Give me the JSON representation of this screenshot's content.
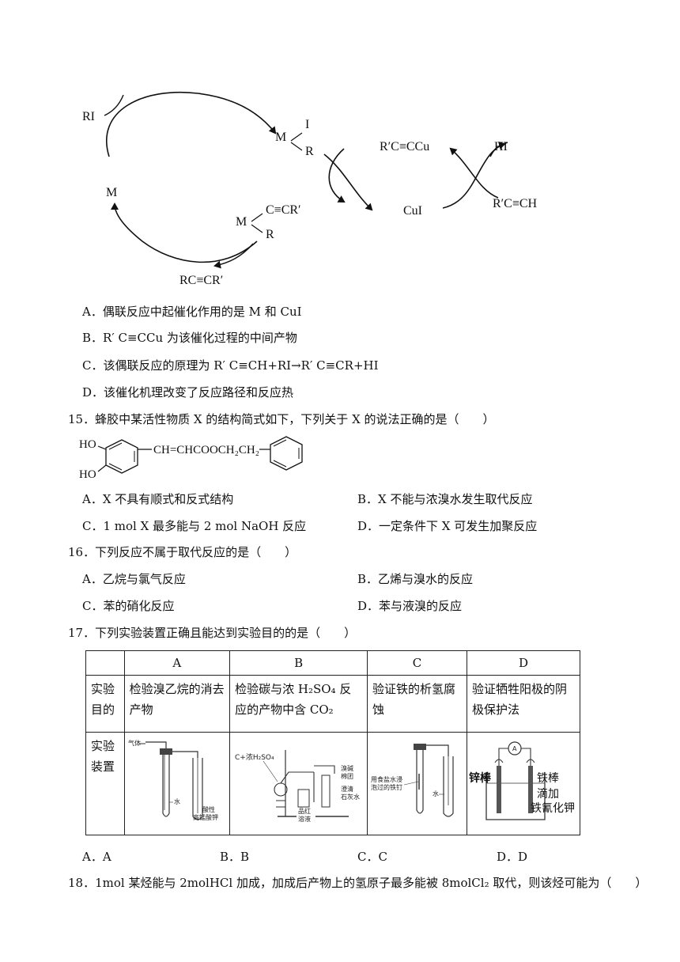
{
  "mechanism": {
    "ri": "RI",
    "m": "M",
    "mi_m": "M",
    "mi_i": "I",
    "mi_r": "R",
    "rccu": "R′C≡CCu",
    "hi": "HI",
    "cui": "CuI",
    "rcch": "R′C≡CH",
    "mc_m": "M",
    "mc_c": "C≡CR′",
    "mc_r": "R",
    "product": "RC≡CR′"
  },
  "q14_options": [
    "A．偶联反应中起催化作用的是 M 和 CuI",
    "B．R′ C≡CCu 为该催化过程的中间产物",
    "C．该偶联反应的原理为 R′ C≡CH+RI→R′ C≡CR+HI",
    "D．该催化机理改变了反应路径和反应热"
  ],
  "q15": {
    "stem": "15．蜂胶中某活性物质 X 的结构简式如下，下列关于 X 的说法正确的是（　　）",
    "ho1": "HO",
    "ho2": "HO",
    "chain": "CH=CHCOOCH₂CH₂",
    "options": [
      "A．X 不具有顺式和反式结构",
      "B．X 不能与浓溴水发生取代反应",
      "C．1 mol X 最多能与 2 mol NaOH 反应",
      "D．一定条件下 X 可发生加聚反应"
    ]
  },
  "q16": {
    "stem": "16．下列反应不属于取代反应的是（　　）",
    "options": [
      "A．乙烷与氯气反应",
      "B．乙烯与溴水的反应",
      "C．苯的硝化反应",
      "D．苯与液溴的反应"
    ]
  },
  "q17": {
    "stem": "17．下列实验装置正确且能达到实验目的的是（　　）",
    "cols": [
      "A",
      "B",
      "C",
      "D"
    ],
    "row1_label": "实验目的",
    "purposes": [
      "检验溴乙烷的消去产物",
      "检验碳与浓 H₂SO₄ 反应的产物中含 CO₂",
      "验证铁的析氢腐蚀",
      "验证牺牲阳极的阴极保护法"
    ],
    "row2_label": "实验装置",
    "app_a": {
      "gas": "气体",
      "water": "水",
      "kmno4_1": "酸性",
      "kmno4_2": "高锰酸钾"
    },
    "app_b": {
      "reagent": "C+浓H₂SO₄",
      "pin1": "品红",
      "pin2": "溶液",
      "s1": "溴碱",
      "s2": "棉团",
      "s3": "澄清",
      "s4": "石灰水"
    },
    "app_c": {
      "nail1": "用食盐水浸",
      "nail2": "泡过的铁钉",
      "water": "水"
    },
    "app_d": {
      "zn": "锌棒",
      "fe": "铁棒",
      "add1": "滴加",
      "add2": "铁氰化钾",
      "meter": "A"
    },
    "options": [
      "A．A",
      "B．B",
      "C．C",
      "D．D"
    ]
  },
  "q18": {
    "stem": "18．1mol 某烃能与 2molHCl 加成，加成后产物上的氢原子最多能被 8molCl₂ 取代，则该烃可能为（　　）"
  }
}
